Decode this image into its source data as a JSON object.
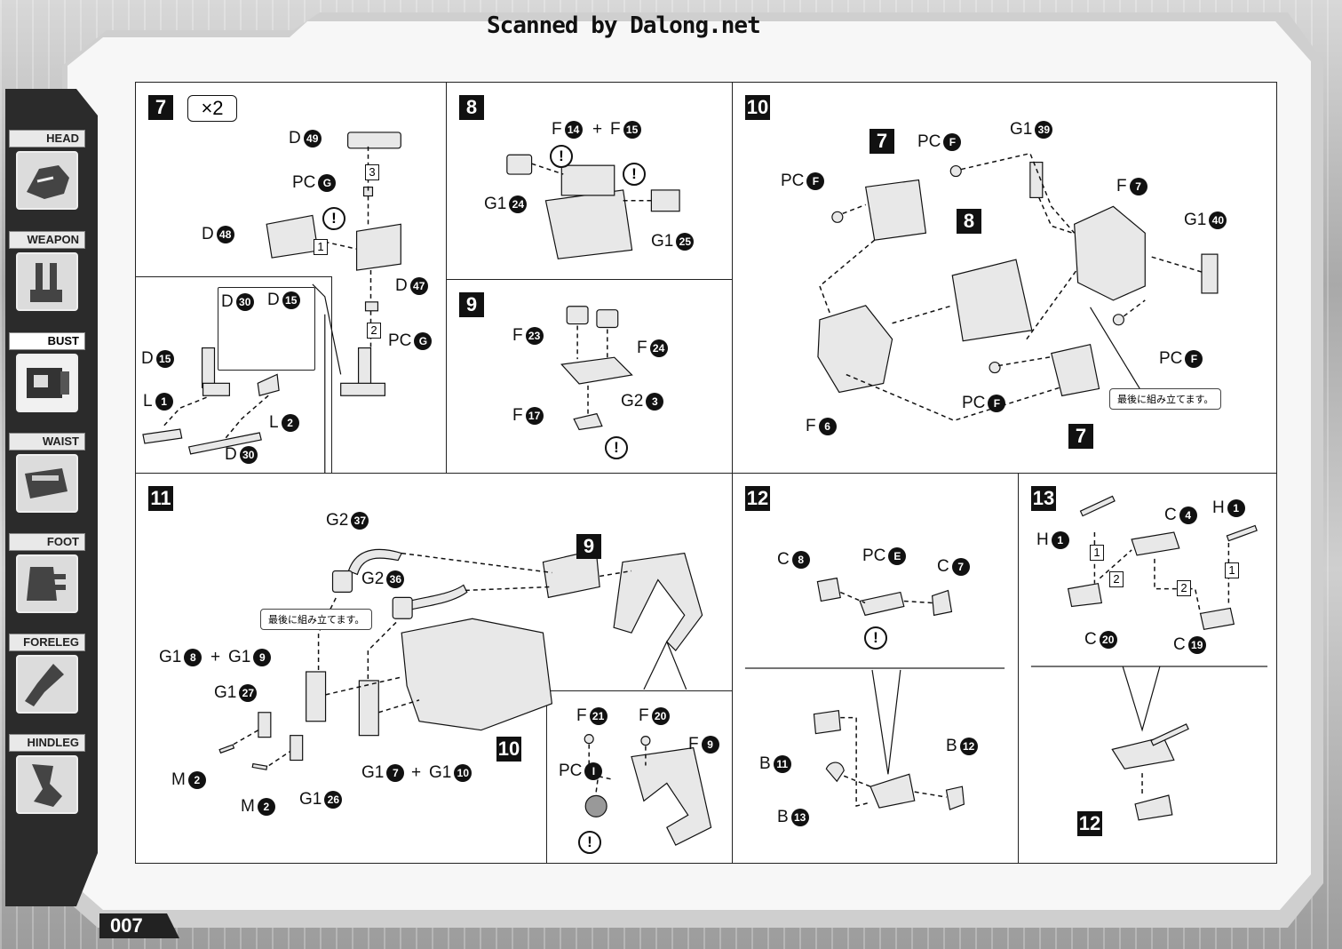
{
  "watermark": "Scanned by Dalong.net",
  "page_number": "007",
  "sidebar": {
    "items": [
      {
        "label": "HEAD",
        "icon": "head-icon"
      },
      {
        "label": "WEAPON",
        "icon": "weapon-icon"
      },
      {
        "label": "BUST",
        "icon": "bust-icon"
      },
      {
        "label": "WAIST",
        "icon": "waist-icon"
      },
      {
        "label": "FOOT",
        "icon": "foot-icon"
      },
      {
        "label": "FORELEG",
        "icon": "foreleg-icon"
      },
      {
        "label": "HINDLEG",
        "icon": "hindleg-icon"
      }
    ],
    "active": "BUST"
  },
  "steps": {
    "s7": {
      "num": "7",
      "mult": "×2",
      "labels": [
        {
          "part": "D",
          "n": "49"
        },
        {
          "part": "PC",
          "n": "G"
        },
        {
          "part": "D",
          "n": "48"
        },
        {
          "part": "D",
          "n": "47"
        },
        {
          "part": "PC",
          "n": "G"
        },
        {
          "part": "D",
          "n": "30"
        },
        {
          "part": "D",
          "n": "15"
        },
        {
          "part": "D",
          "n": "15"
        },
        {
          "part": "L",
          "n": "1"
        },
        {
          "part": "L",
          "n": "2"
        },
        {
          "part": "D",
          "n": "30"
        }
      ],
      "boxes": [
        "3",
        "1",
        "2"
      ]
    },
    "s8": {
      "num": "8",
      "labels": [
        {
          "part": "F",
          "n": "14"
        },
        {
          "part": "F",
          "n": "15"
        },
        {
          "part": "G1",
          "n": "24"
        },
        {
          "part": "G1",
          "n": "25"
        }
      ],
      "plus": "+"
    },
    "s9": {
      "num": "9",
      "labels": [
        {
          "part": "F",
          "n": "23"
        },
        {
          "part": "F",
          "n": "24"
        },
        {
          "part": "G2",
          "n": "3"
        },
        {
          "part": "F",
          "n": "17"
        }
      ]
    },
    "s10": {
      "num": "10",
      "labels": [
        {
          "part": "PC",
          "n": "F"
        },
        {
          "part": "PC",
          "n": "F"
        },
        {
          "part": "G1",
          "n": "39"
        },
        {
          "part": "F",
          "n": "7"
        },
        {
          "part": "G1",
          "n": "40"
        },
        {
          "part": "PC",
          "n": "F"
        },
        {
          "part": "PC",
          "n": "F"
        },
        {
          "part": "F",
          "n": "6"
        }
      ],
      "refs": [
        "7",
        "8",
        "7"
      ],
      "note": "最後に組み立てます。"
    },
    "s11": {
      "num": "11",
      "labels": [
        {
          "part": "G2",
          "n": "37"
        },
        {
          "part": "G2",
          "n": "36"
        },
        {
          "part": "G1",
          "n": "8"
        },
        {
          "part": "G1",
          "n": "9"
        },
        {
          "part": "G1",
          "n": "27"
        },
        {
          "part": "M",
          "n": "2"
        },
        {
          "part": "M",
          "n": "2"
        },
        {
          "part": "G1",
          "n": "26"
        },
        {
          "part": "G1",
          "n": "7"
        },
        {
          "part": "G1",
          "n": "10"
        },
        {
          "part": "F",
          "n": "21"
        },
        {
          "part": "F",
          "n": "20"
        },
        {
          "part": "F",
          "n": "9"
        },
        {
          "part": "PC",
          "n": "I"
        }
      ],
      "refs": [
        "9",
        "10"
      ],
      "note": "最後に組み立てます。",
      "plus": "+"
    },
    "s12": {
      "num": "12",
      "labels": [
        {
          "part": "C",
          "n": "8"
        },
        {
          "part": "PC",
          "n": "E"
        },
        {
          "part": "C",
          "n": "7"
        },
        {
          "part": "B",
          "n": "11"
        },
        {
          "part": "B",
          "n": "13"
        },
        {
          "part": "B",
          "n": "12"
        }
      ]
    },
    "s13": {
      "num": "13",
      "labels": [
        {
          "part": "H",
          "n": "1"
        },
        {
          "part": "C",
          "n": "4"
        },
        {
          "part": "H",
          "n": "1"
        },
        {
          "part": "C",
          "n": "20"
        },
        {
          "part": "C",
          "n": "19"
        }
      ],
      "boxes": [
        "1",
        "2",
        "2",
        "1"
      ],
      "refs": [
        "12"
      ]
    }
  },
  "warn_symbol": "!"
}
